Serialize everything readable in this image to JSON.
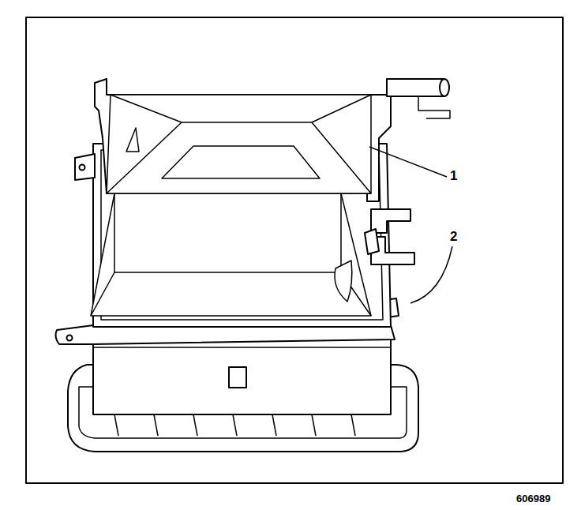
{
  "diagram": {
    "labels": [
      "1",
      "2",
      "606989"
    ]
  }
}
